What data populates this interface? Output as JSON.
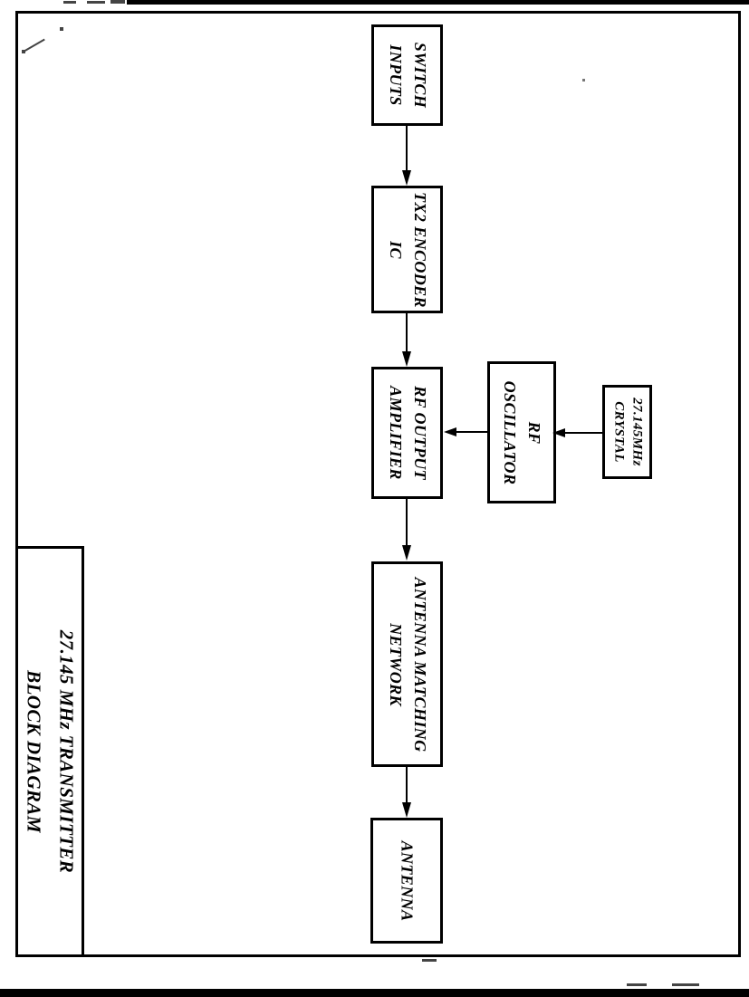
{
  "diagram": {
    "title_block": {
      "line1": "27.145 MHz TRANSMITTER",
      "line2": "BLOCK DIAGRAM"
    },
    "blocks": {
      "switch_inputs": {
        "line1": "SWITCH",
        "line2": "INPUTS"
      },
      "tx2_encoder": {
        "line1": "TX2 ENCODER",
        "line2": "IC"
      },
      "rf_output_amplifier": {
        "line1": "RF OUTPUT",
        "line2": "AMPLIFIER"
      },
      "rf_oscillator": {
        "line1": "RF",
        "line2": "OSCILLATOR"
      },
      "crystal": {
        "line1": "27.145MHz",
        "line2": "CRYSTAL"
      },
      "antenna_matching_network": {
        "line1": "ANTENNA MATCHING",
        "line2": "NETWORK"
      },
      "antenna": {
        "line1": "ANTENNA"
      }
    },
    "edges": [
      {
        "from": "SWITCH INPUTS",
        "to": "TX2 ENCODER IC"
      },
      {
        "from": "TX2 ENCODER IC",
        "to": "RF OUTPUT AMPLIFIER"
      },
      {
        "from": "27.145MHz CRYSTAL",
        "to": "RF OSCILLATOR"
      },
      {
        "from": "RF OSCILLATOR",
        "to": "RF OUTPUT AMPLIFIER"
      },
      {
        "from": "RF OUTPUT AMPLIFIER",
        "to": "ANTENNA MATCHING NETWORK"
      },
      {
        "from": "ANTENNA MATCHING NETWORK",
        "to": "ANTENNA"
      }
    ],
    "colors": {
      "ink": "#000000",
      "paper": "#ffffff"
    }
  }
}
